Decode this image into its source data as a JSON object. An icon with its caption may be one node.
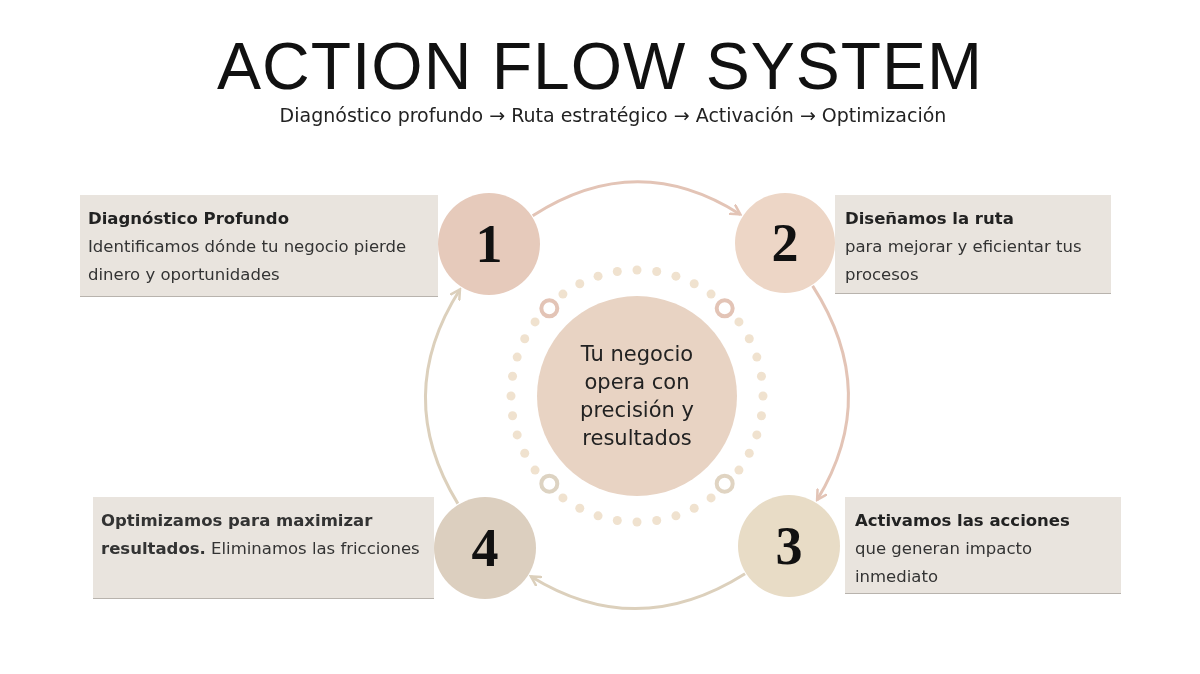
{
  "diagram": {
    "title": "ACTION FLOW SYSTEM",
    "caption": "Diagnóstico profundo → Ruta estratégico → Activación → Optimización",
    "nodes": [
      {
        "text": [
          "Diagnóstico Profundo",
          "Identificamos dónde tu negocio pierde dinero y oportunidades"
        ]
      },
      {
        "text": [
          "1"
        ]
      },
      {
        "text": [
          "2"
        ]
      },
      {
        "text": [
          "Diseñamos la ruta",
          "para mejorar y eficientar tus procesos"
        ]
      },
      {
        "text": [
          "Tu negocio opera con precisión y resultados"
        ]
      },
      {
        "text": [
          "**Optimizamos para maximizar resultados.** Eliminamos las fricciones"
        ]
      },
      {
        "text": [
          "4"
        ]
      },
      {
        "text": [
          "3"
        ]
      },
      {
        "text": [
          "Activamos las acciones",
          "que generan impacto inmediato"
        ]
      }
    ],
    "edges": [
      {
        "from": 1,
        "to": 2,
        "arrow": "to"
      },
      {
        "from": 2,
        "to": 7,
        "arrow": "to"
      },
      {
        "from": 7,
        "to": 6,
        "arrow": "to"
      },
      {
        "from": 6,
        "to": 1,
        "arrow": "to"
      }
    ]
  }
}
